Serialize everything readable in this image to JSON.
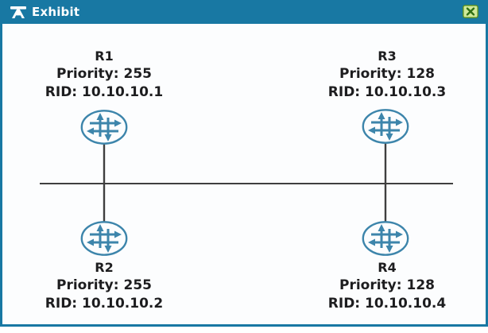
{
  "window": {
    "title": "Exhibit",
    "icons": {
      "titlebar": "easel-exhibit-icon",
      "close": "close-icon",
      "router": "juniper-router-icon"
    },
    "colors": {
      "titlebar_bg": "#1878A3",
      "window_border": "#1878A3",
      "title_text": "#FFFFFF",
      "close_fill": "#CFE99A",
      "close_glyph": "#2F6E14",
      "router_stroke": "#3D85AB",
      "link_line": "#3F3F3F",
      "label_text": "#1D1D1F",
      "content_bg": "#FCFDFE"
    }
  },
  "diagram": {
    "routers": [
      {
        "name": "R1",
        "priority_text": "Priority: 255",
        "rid_text": "RID: 10.10.10.1",
        "priority": 255,
        "rid": "10.10.10.1",
        "position": "top-left"
      },
      {
        "name": "R2",
        "priority_text": "Priority: 255",
        "rid_text": "RID: 10.10.10.2",
        "priority": 255,
        "rid": "10.10.10.2",
        "position": "bottom-left"
      },
      {
        "name": "R3",
        "priority_text": "Priority: 128",
        "rid_text": "RID: 10.10.10.3",
        "priority": 128,
        "rid": "10.10.10.3",
        "position": "top-right"
      },
      {
        "name": "R4",
        "priority_text": "Priority: 128",
        "rid_text": "RID: 10.10.10.4",
        "priority": 128,
        "rid": "10.10.10.4",
        "position": "bottom-right"
      }
    ],
    "links": [
      {
        "from": "R1",
        "to": "R2",
        "style": "vertical"
      },
      {
        "from": "R3",
        "to": "R4",
        "style": "vertical"
      },
      {
        "style": "horizontal-segment",
        "connects": [
          "R1-R2",
          "R3-R4"
        ]
      }
    ]
  }
}
